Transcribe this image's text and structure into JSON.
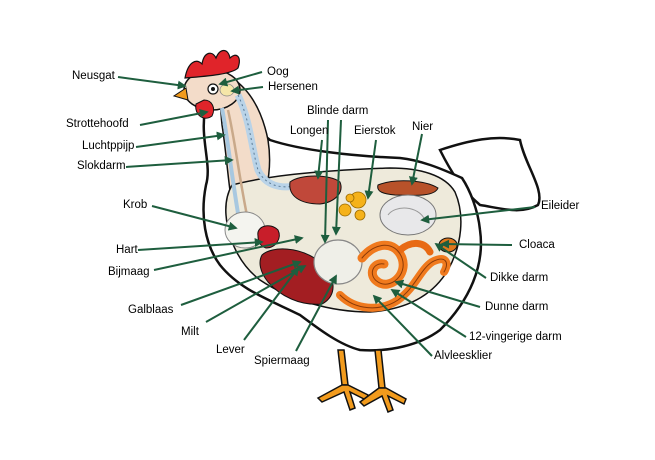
{
  "colors": {
    "leader": "#1e5e3e",
    "outline": "#111111",
    "comb": "#e0242a",
    "gut": "#f07a1e",
    "liver": "#a31e22",
    "yolk": "#f5b21a",
    "kidney": "#b8522a",
    "skin": "#f3dcc9",
    "cavity": "#eeeadb",
    "feet": "#f29b1d",
    "spine": "#b9d3e8"
  },
  "labels": {
    "neusgat": "Neusgat",
    "oog": "Oog",
    "hersenen": "Hersenen",
    "blinde_darm": "Blinde darm",
    "longen": "Longen",
    "eierstok": "Eierstok",
    "nier": "Nier",
    "strottehoofd": "Strottehoofd",
    "luchtpijp": "Luchtppijp",
    "slokdarm": "Slokdarm",
    "krob": "Krob",
    "eileider": "Eileider",
    "hart": "Hart",
    "cloaca": "Cloaca",
    "bijmaag": "Bijmaag",
    "dikke_darm": "Dikke darm",
    "galblaas": "Galblaas",
    "dunne_darm": "Dunne darm",
    "milt": "Milt",
    "twaalfvingerige_darm": "12-vingerige darm",
    "lever": "Lever",
    "alvleesklier": "Alvleesklier",
    "spiermaag": "Spiermaag"
  }
}
